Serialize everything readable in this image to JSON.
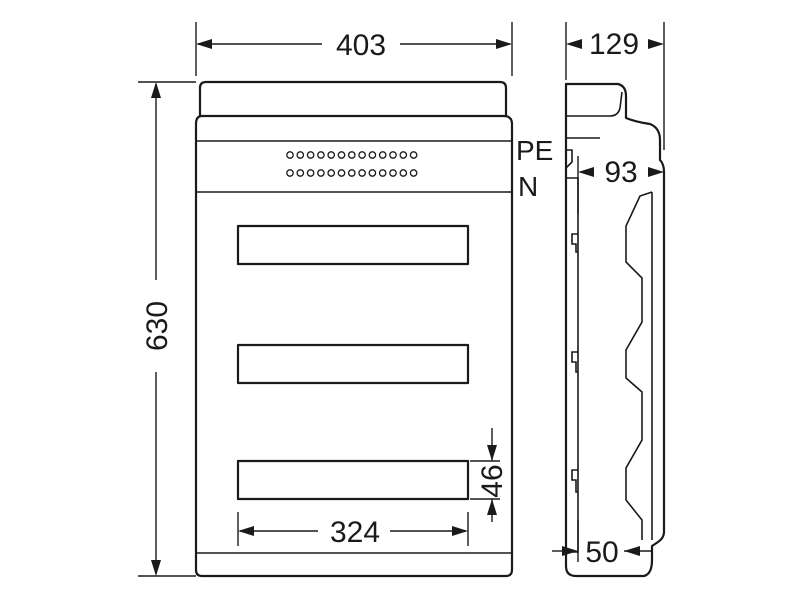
{
  "dimensions": {
    "width_front": "403",
    "height": "630",
    "depth_total": "129",
    "depth_inner": "93",
    "depth_base": "50",
    "rail_width": "324",
    "rail_height": "46"
  },
  "labels": {
    "pe": "PE",
    "n": "N"
  },
  "terminal_rows": [
    {
      "name": "pe-terminal-row",
      "count": 13
    },
    {
      "name": "n-terminal-row",
      "count": 13
    }
  ],
  "colors": {
    "line": "#1a1a1a",
    "background": "#ffffff"
  }
}
